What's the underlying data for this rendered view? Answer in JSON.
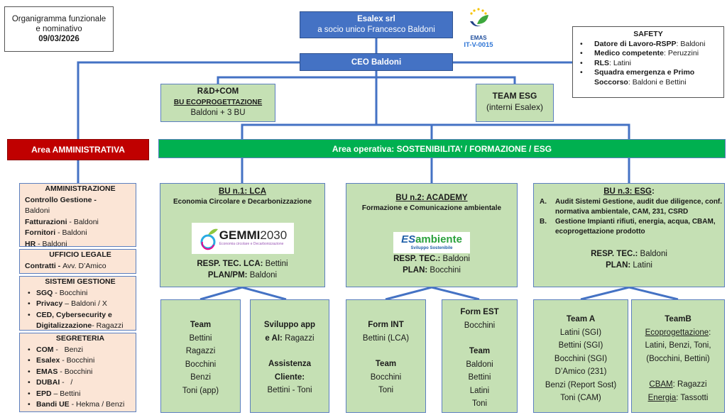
{
  "header": {
    "title_line1": "Organigramma funzionale",
    "title_line2": "e nominativo",
    "date": "09/03/2026"
  },
  "company": {
    "name": "Esalex srl",
    "subtitle": "a socio unico Francesco Baldoni"
  },
  "emas": {
    "icon": "emas-logo-icon",
    "label": "EMAS",
    "code": "IT-V-0015"
  },
  "ceo": {
    "label": "CEO Baldoni"
  },
  "safety": {
    "title": "SAFETY",
    "items": [
      {
        "role": "Datore di Lavoro-RSPP",
        "sep": ": ",
        "name": "Baldoni"
      },
      {
        "role": "Medico competente",
        "sep": ": ",
        "name": "Peruzzini"
      },
      {
        "role": "RLS",
        "sep": ": ",
        "name": "Latini"
      },
      {
        "role": "Squadra emergenza e Primo Soccorso",
        "sep": ": ",
        "name": "Baldoni e Bettini"
      }
    ]
  },
  "rd": {
    "title": "R&D+COM",
    "subtitle": "BU ECOPROGETTAZIONE",
    "members": "Baldoni + 3 BU"
  },
  "team_esg": {
    "title": "TEAM ESG",
    "subtitle": "(interni Esalex)"
  },
  "area_admin": {
    "label": "Area AMMINISTRATIVA"
  },
  "area_operativa": {
    "label": "Area operativa: SOSTENIBILITA’ / FORMAZIONE / ESG"
  },
  "admin_boxes": {
    "amministrazione": {
      "title": "AMMINISTRAZIONE",
      "items": [
        {
          "role": "Controllo Gestione",
          "sep": " - ",
          "name": "Baldoni"
        },
        {
          "role": "Fatturazioni",
          "sep": " - ",
          "name": "Baldoni"
        },
        {
          "role": "Fornitori",
          "sep": " - ",
          "name": "Baldoni"
        },
        {
          "role": "HR",
          "sep": " - ",
          "name": "Baldoni"
        }
      ]
    },
    "legale": {
      "title": "UFFICIO LEGALE",
      "items": [
        {
          "role": "Contratti",
          "sep": " - ",
          "name": "Avv. D’Amico"
        }
      ]
    },
    "sistemi": {
      "title": "SISTEMI GESTIONE",
      "items": [
        {
          "role": "SGQ",
          "sep": " - ",
          "name": "Bocchini"
        },
        {
          "role": "Privacy",
          "sep": " – ",
          "name": "Baldoni / X"
        },
        {
          "role": "CED, Cybersecurity e Digitalizzazione",
          "sep": "- ",
          "name": "Ragazzi"
        }
      ]
    },
    "segreteria": {
      "title": "SEGRETERIA",
      "items": [
        {
          "role": "COM",
          "sep": " -   ",
          "name": "Benzi"
        },
        {
          "role": "Esalex",
          "sep": " - ",
          "name": "Bocchini"
        },
        {
          "role": "EMAS",
          "sep": " - ",
          "name": "Bocchini"
        },
        {
          "role": "DUBAI",
          "sep": " -   ",
          "name": "/"
        },
        {
          "role": "EPD",
          "sep": " – ",
          "name": "Bettini"
        },
        {
          "role": "Bandi UE",
          "sep": " - ",
          "name": "Hekma / Benzi"
        }
      ]
    }
  },
  "bu1": {
    "title": "BU n.1: LCA",
    "subtitle": "Economia Circolare e Decarbonizzazione",
    "logo": {
      "icon": "gemmi2030-logo-icon",
      "brand_bold": "GEMMI",
      "brand_light": "2030",
      "tagline": "Economia circolare e Decarbonizzazione"
    },
    "resp_label": "RESP. TEC. LCA:",
    "resp_name": " Bettini",
    "plan_label": "PLAN/PM:",
    "plan_name": " Baldoni"
  },
  "bu2": {
    "title": "BU n.2: ACADEMY",
    "subtitle": "Formazione e Comunicazione ambientale",
    "logo": {
      "icon": "esambiente-logo-icon",
      "brand_prefix": "ES",
      "brand": "ambiente",
      "tagline": "Sviluppo Sostenibile"
    },
    "resp_label": "RESP. TEC.:",
    "resp_name": " Baldoni",
    "plan_label": "PLAN:",
    "plan_name": " Bocchini"
  },
  "bu3": {
    "title": "BU n.3: ESG",
    "title_suffix": ":",
    "items": [
      {
        "marker": "A.",
        "text": "Audit Sistemi Gestione, audit due diligence, conf. normativa ambientale, CAM, 231, CSRD"
      },
      {
        "marker": "B.",
        "text": "Gestione Impianti rifiuti, energia, acqua, CBAM, ecoprogettazione prodotto"
      }
    ],
    "resp_label": "RESP. TEC.:",
    "resp_name": " Baldoni",
    "plan_label": "PLAN:",
    "plan_name": " Latini"
  },
  "teams": {
    "bu1_team": {
      "title": "Team",
      "members": [
        "Bettini",
        "Ragazzi",
        "Bocchini",
        "Benzi",
        "Toni (app)"
      ]
    },
    "bu1_dev": {
      "dev_label_1": "Sviluppo app",
      "dev_label_2": "e AI:",
      "dev_name": " Ragazzi",
      "assist_label_1": "Assistenza",
      "assist_label_2": "Cliente:",
      "assist_name": "Bettini - Toni"
    },
    "bu2_int": {
      "title": "Form INT",
      "lead": "Bettini (LCA)",
      "team_title": "Team",
      "members": [
        "Bocchini",
        "Toni"
      ]
    },
    "bu2_est": {
      "title": "Form EST",
      "lead": "Bocchini",
      "team_title": "Team",
      "members": [
        "Baldoni",
        "Bettini",
        "Latini",
        "Toni"
      ]
    },
    "bu3_a": {
      "title": "Team A",
      "members": [
        "Latini (SGI)",
        "Bettini (SGI)",
        "Bocchini (SGI)",
        "D’Amico (231)",
        "Benzi (Report Sost)",
        "Toni (CAM)"
      ]
    },
    "bu3_b": {
      "title": "TeamB",
      "eco_label": "Ecoprogettazione",
      "eco_sep": ":",
      "eco_members_1": "Latini, Benzi, Toni,",
      "eco_members_2": "(Bocchini, Bettini)",
      "cbam_label": "CBAM",
      "cbam_name": ": Ragazzi",
      "energia_label": "Energia",
      "energia_name": ": Tassotti"
    }
  },
  "colors": {
    "connector": "#4472c4",
    "company_box": "#4472c4",
    "area_admin": "#c00000",
    "area_operativa": "#00b050",
    "green_box": "#c5e0b4",
    "peach_box": "#fbe5d6"
  }
}
